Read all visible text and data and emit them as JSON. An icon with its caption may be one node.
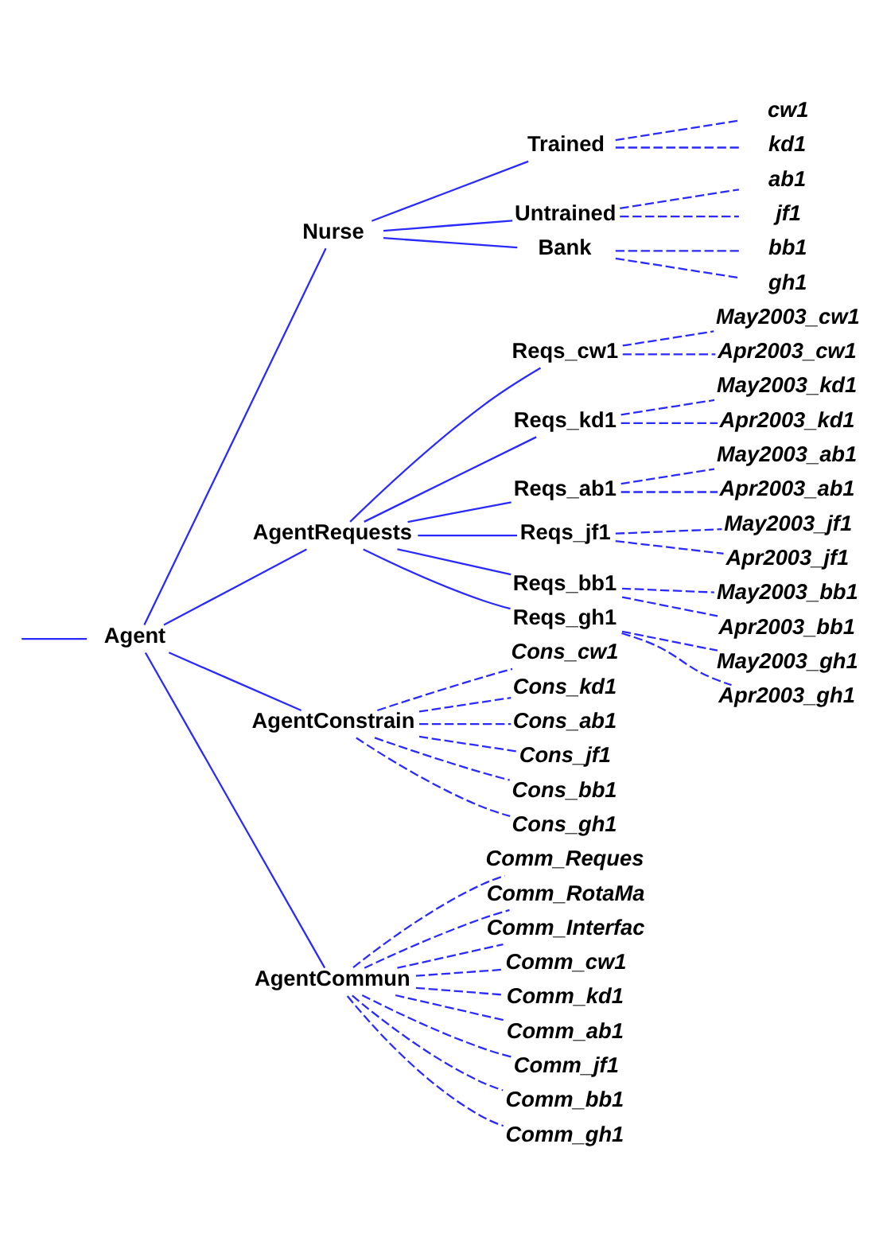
{
  "diagram": {
    "nodes": [
      {
        "text": [
          "Agent"
        ]
      },
      {
        "text": [
          "Nurse"
        ]
      },
      {
        "text": [
          "Trained"
        ]
      },
      {
        "text": [
          "cw1"
        ]
      },
      {
        "text": [
          "kd1"
        ]
      },
      {
        "text": [
          "Untrained"
        ]
      },
      {
        "text": [
          "ab1"
        ]
      },
      {
        "text": [
          "jf1"
        ]
      },
      {
        "text": [
          "Bank"
        ]
      },
      {
        "text": [
          "bb1"
        ]
      },
      {
        "text": [
          "gh1"
        ]
      },
      {
        "text": [
          "AgentRequests"
        ]
      },
      {
        "text": [
          "Reqs_cw1"
        ]
      },
      {
        "text": [
          "May2003_cw1"
        ]
      },
      {
        "text": [
          "Apr2003_cw1"
        ]
      },
      {
        "text": [
          "Reqs_kd1"
        ]
      },
      {
        "text": [
          "May2003_kd1"
        ]
      },
      {
        "text": [
          "Apr2003_kd1"
        ]
      },
      {
        "text": [
          "Reqs_ab1"
        ]
      },
      {
        "text": [
          "May2003_ab1"
        ]
      },
      {
        "text": [
          "Apr2003_ab1"
        ]
      },
      {
        "text": [
          "Reqs_jf1"
        ]
      },
      {
        "text": [
          "May2003_jf1"
        ]
      },
      {
        "text": [
          "Apr2003_jf1"
        ]
      },
      {
        "text": [
          "Reqs_bb1"
        ]
      },
      {
        "text": [
          "May2003_bb1"
        ]
      },
      {
        "text": [
          "Apr2003_bb1"
        ]
      },
      {
        "text": [
          "Reqs_gh1"
        ]
      },
      {
        "text": [
          "May2003_gh1"
        ]
      },
      {
        "text": [
          "Apr2003_gh1"
        ]
      },
      {
        "text": [
          "AgentConstrain"
        ]
      },
      {
        "text": [
          "Cons_cw1"
        ]
      },
      {
        "text": [
          "Cons_kd1"
        ]
      },
      {
        "text": [
          "Cons_ab1"
        ]
      },
      {
        "text": [
          "Cons_jf1"
        ]
      },
      {
        "text": [
          "Cons_bb1"
        ]
      },
      {
        "text": [
          "Cons_gh1"
        ]
      },
      {
        "text": [
          "AgentCommun"
        ]
      },
      {
        "text": [
          "Comm_Reques"
        ]
      },
      {
        "text": [
          "Comm_RotaMa"
        ]
      },
      {
        "text": [
          "Comm_Interfac"
        ]
      },
      {
        "text": [
          "Comm_cw1"
        ]
      },
      {
        "text": [
          "Comm_kd1"
        ]
      },
      {
        "text": [
          "Comm_ab1"
        ]
      },
      {
        "text": [
          "Comm_jf1"
        ]
      },
      {
        "text": [
          "Comm_bb1"
        ]
      },
      {
        "text": [
          "Comm_gh1"
        ]
      }
    ],
    "edges": [
      {
        "from": null,
        "to": 0,
        "arrow": "none"
      },
      {
        "from": 0,
        "to": 1,
        "arrow": "none"
      },
      {
        "from": 1,
        "to": 2,
        "arrow": "none"
      },
      {
        "from": 2,
        "to": 3,
        "arrow": "none",
        "style": "dashed"
      },
      {
        "from": 2,
        "to": 4,
        "arrow": "none",
        "style": "dashed"
      },
      {
        "from": 1,
        "to": 5,
        "arrow": "none"
      },
      {
        "from": 5,
        "to": 6,
        "arrow": "none",
        "style": "dashed"
      },
      {
        "from": 5,
        "to": 7,
        "arrow": "none",
        "style": "dashed"
      },
      {
        "from": 1,
        "to": 8,
        "arrow": "none"
      },
      {
        "from": 8,
        "to": 9,
        "arrow": "none",
        "style": "dashed"
      },
      {
        "from": 8,
        "to": 10,
        "arrow": "none",
        "style": "dashed"
      },
      {
        "from": 0,
        "to": 11,
        "arrow": "none"
      },
      {
        "from": 11,
        "to": 12,
        "arrow": "none"
      },
      {
        "from": 12,
        "to": 13,
        "arrow": "none",
        "style": "dashed"
      },
      {
        "from": 12,
        "to": 14,
        "arrow": "none",
        "style": "dashed"
      },
      {
        "from": 11,
        "to": 15,
        "arrow": "none"
      },
      {
        "from": 15,
        "to": 16,
        "arrow": "none",
        "style": "dashed"
      },
      {
        "from": 15,
        "to": 17,
        "arrow": "none",
        "style": "dashed"
      },
      {
        "from": 11,
        "to": 18,
        "arrow": "none"
      },
      {
        "from": 18,
        "to": 19,
        "arrow": "none",
        "style": "dashed"
      },
      {
        "from": 18,
        "to": 20,
        "arrow": "none",
        "style": "dashed"
      },
      {
        "from": 11,
        "to": 21,
        "arrow": "none"
      },
      {
        "from": 21,
        "to": 22,
        "arrow": "none",
        "style": "dashed"
      },
      {
        "from": 21,
        "to": 23,
        "arrow": "none",
        "style": "dashed"
      },
      {
        "from": 11,
        "to": 24,
        "arrow": "none"
      },
      {
        "from": 24,
        "to": 25,
        "arrow": "none",
        "style": "dashed"
      },
      {
        "from": 24,
        "to": 26,
        "arrow": "none",
        "style": "dashed"
      },
      {
        "from": 11,
        "to": 27,
        "arrow": "none"
      },
      {
        "from": 27,
        "to": 28,
        "arrow": "none",
        "style": "dashed"
      },
      {
        "from": 27,
        "to": 29,
        "arrow": "none",
        "style": "dashed"
      },
      {
        "from": 0,
        "to": 30,
        "arrow": "none"
      },
      {
        "from": 30,
        "to": 31,
        "arrow": "none",
        "style": "dashed"
      },
      {
        "from": 30,
        "to": 32,
        "arrow": "none",
        "style": "dashed"
      },
      {
        "from": 30,
        "to": 33,
        "arrow": "none",
        "style": "dashed"
      },
      {
        "from": 30,
        "to": 34,
        "arrow": "none",
        "style": "dashed"
      },
      {
        "from": 30,
        "to": 35,
        "arrow": "none",
        "style": "dashed"
      },
      {
        "from": 30,
        "to": 36,
        "arrow": "none",
        "style": "dashed"
      },
      {
        "from": 0,
        "to": 37,
        "arrow": "none"
      },
      {
        "from": 37,
        "to": 38,
        "arrow": "none",
        "style": "dashed"
      },
      {
        "from": 37,
        "to": 39,
        "arrow": "none",
        "style": "dashed"
      },
      {
        "from": 37,
        "to": 40,
        "arrow": "none",
        "style": "dashed"
      },
      {
        "from": 37,
        "to": 41,
        "arrow": "none",
        "style": "dashed"
      },
      {
        "from": 37,
        "to": 42,
        "arrow": "none",
        "style": "dashed"
      },
      {
        "from": 37,
        "to": 43,
        "arrow": "none",
        "style": "dashed"
      },
      {
        "from": 37,
        "to": 44,
        "arrow": "none",
        "style": "dashed"
      },
      {
        "from": 37,
        "to": 45,
        "arrow": "none",
        "style": "dashed"
      },
      {
        "from": 37,
        "to": 46,
        "arrow": "none",
        "style": "dashed"
      }
    ]
  }
}
